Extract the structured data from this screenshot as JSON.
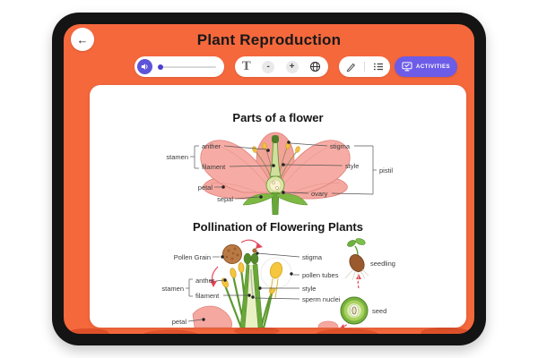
{
  "header": {
    "title": "Plant Reproduction"
  },
  "icons": {
    "back": "←",
    "minus": "-",
    "plus": "+",
    "font_letter": "T"
  },
  "toolbar": {
    "activities": "ACTIVITIES"
  },
  "d1": {
    "title": "Parts of a flower",
    "labels": {
      "stamen": "stamen",
      "anther": "anther",
      "filament": "filament",
      "petal": "petal",
      "sepal": "sepal",
      "stigma": "stigma",
      "style": "style",
      "pistil": "pistil",
      "ovary": "ovary"
    }
  },
  "d2": {
    "title": "Pollination of Flowering Plants",
    "labels": {
      "pollen_grain": "Pollen Grain",
      "stigma": "stigma",
      "pollen_tubes": "pollen tubes",
      "style": "style",
      "sperm_nuclei": "sperm nuclei",
      "stamen": "stamen",
      "anther": "anther",
      "filament": "filament",
      "petal": "petal",
      "seedling": "seedling",
      "seed": "seed"
    }
  },
  "colors": {
    "screen_orange": "#f5683c",
    "bezel_black": "#141414",
    "speaker_purple": "#5e54da",
    "activities_purple": "#6c5ce7",
    "petal_pink": "#f5a8a0",
    "leaf_green": "#69a838",
    "anther_yellow": "#f4c53e",
    "arrow_red": "#e2475a"
  }
}
